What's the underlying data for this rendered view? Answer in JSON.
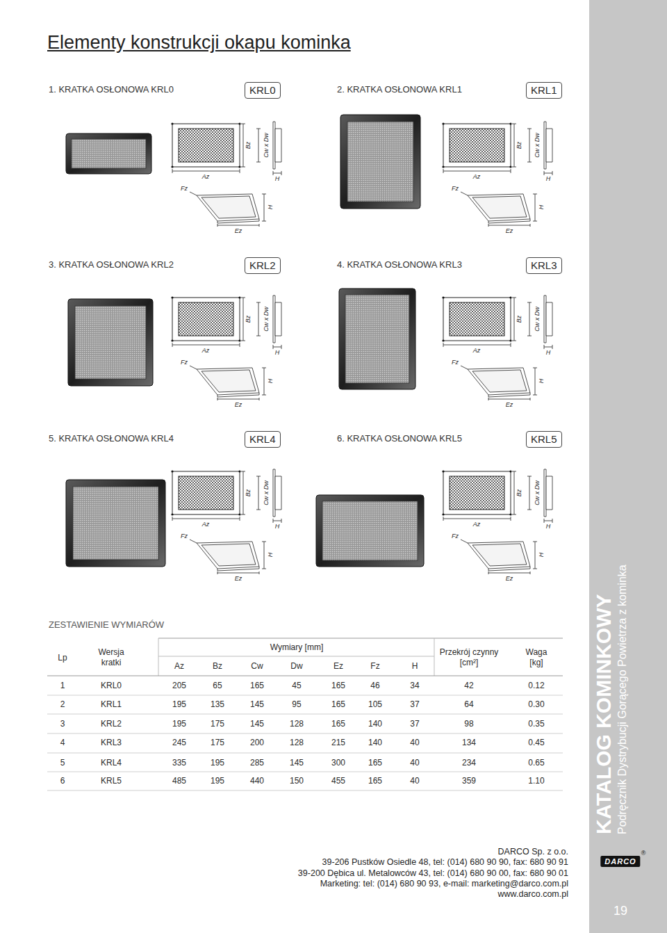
{
  "diagram": {
    "title": "Elementy konstrukcji okapu kominka",
    "nodes": [
      {
        "text": [
          "KRL0"
        ]
      },
      {
        "text": [
          "KRL1"
        ]
      },
      {
        "text": [
          "KRL2"
        ]
      },
      {
        "text": [
          "KRL3"
        ]
      },
      {
        "text": [
          "KRL4"
        ]
      },
      {
        "text": [
          "KRL5"
        ]
      },
      {
        "text": [
          "KATALOG KOMINKOWY",
          "Podręcznik Dystrybucji Gorącego Powietrza z kominka"
        ]
      }
    ],
    "labels": [
      "1. KRATKA OSŁONOWA KRL0",
      "2. KRATKA OSŁONOWA KRL1",
      "3. KRATKA OSŁONOWA KRL2",
      "4. KRATKA OSŁONOWA KRL3",
      "5. KRATKA OSŁONOWA KRL4",
      "6. KRATKA OSŁONOWA KRL5",
      "Bz",
      "Cw x Dw",
      "Az",
      "H",
      "Fz",
      "Ez",
      "H",
      "Bz",
      "Cw x Dw",
      "Az",
      "H",
      "Fz",
      "Ez",
      "H",
      "Bz",
      "Cw x Dw",
      "Az",
      "H",
      "Fz",
      "Ez",
      "H",
      "Bz",
      "Cw x Dw",
      "Az",
      "H",
      "Fz",
      "Ez",
      "H",
      "Bz",
      "Cw x Dw",
      "Az",
      "H",
      "Fz",
      "Ez",
      "H",
      "Bz",
      "Cw x Dw",
      "Az",
      "H",
      "Fz",
      "Ez",
      "H",
      "ZESTAWIENIE WYMIARÓW",
      "Wymiary [mm]",
      "Lp",
      "Wersja kratki",
      "Az",
      "Bz",
      "Cw",
      "Dw",
      "Ez",
      "Fz",
      "H",
      "Przekrój czynny [cm²]",
      "Waga [kg]",
      "1",
      "KRL0",
      "205",
      "65",
      "165",
      "45",
      "165",
      "46",
      "34",
      "42",
      "0.12",
      "2",
      "KRL1",
      "195",
      "135",
      "145",
      "95",
      "165",
      "105",
      "37",
      "64",
      "0.30",
      "3",
      "KRL2",
      "195",
      "175",
      "145",
      "128",
      "165",
      "140",
      "37",
      "98",
      "0.35",
      "4",
      "KRL3",
      "245",
      "175",
      "200",
      "128",
      "215",
      "140",
      "40",
      "134",
      "0.45",
      "5",
      "KRL4",
      "335",
      "195",
      "285",
      "145",
      "300",
      "165",
      "40",
      "234",
      "0.65",
      "6",
      "KRL5",
      "485",
      "195",
      "440",
      "150",
      "455",
      "165",
      "40",
      "359",
      "1.10",
      "DARCO Sp. z o.o.",
      "39-206 Pustków Osiedle 48, tel: (014) 680 90 90, fax: 680 90 91",
      "39-200 Dębica ul. Metalowców 43, tel: (014) 680 90 00, fax: 680 90 01",
      "Marketing: tel: (014) 680 90 93, e-mail: marketing@darco.com.pl",
      "www.darco.com.pl",
      "DARCO",
      "®",
      "19"
    ]
  }
}
